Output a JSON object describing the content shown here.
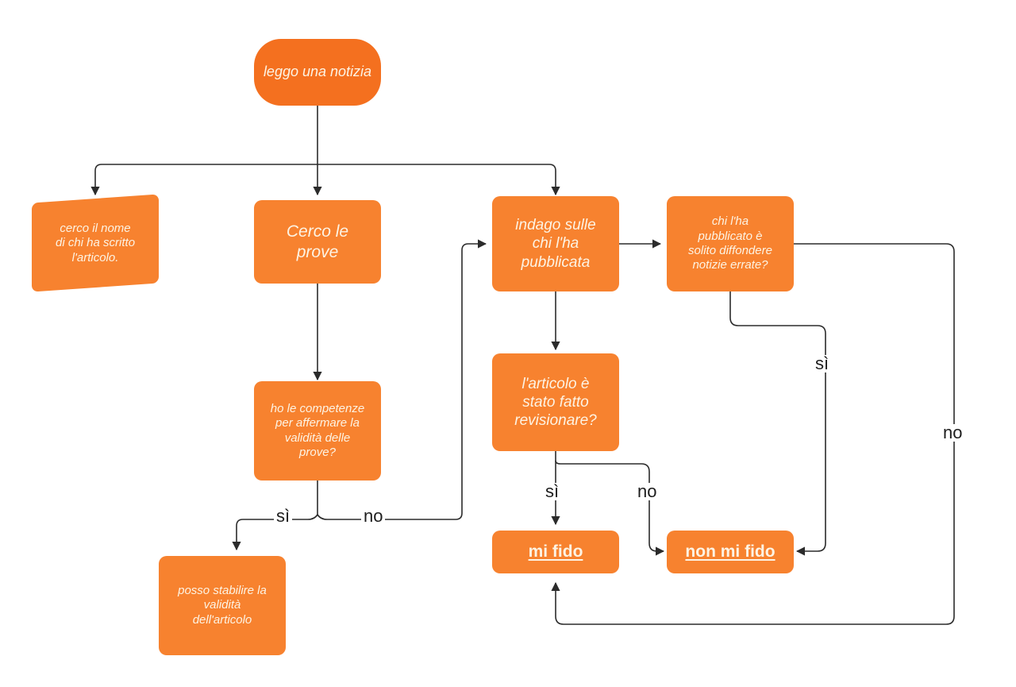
{
  "diagram": {
    "title": "Flowchart valutazione attendibilita notizia",
    "colors": {
      "node_fill": "#f7822f",
      "start_fill": "#f4701f",
      "node_text": "#fdf3e3",
      "edge_stroke": "#2b2b2b",
      "label_text": "#1d1d1d",
      "background": "#ffffff"
    },
    "nodes": [
      {
        "id": "start",
        "label": "leggo una notizia"
      },
      {
        "id": "autore",
        "label": "cerco il nome\ndi chi ha scritto\nl'articolo."
      },
      {
        "id": "prove",
        "label": "Cerco le\nprove"
      },
      {
        "id": "indago",
        "label": "indago sulle\nchi l'ha\npubblicata"
      },
      {
        "id": "editore",
        "label": "chi l'ha\npubblicato è\nsolito diffondere\nnotizie errate?"
      },
      {
        "id": "competenze",
        "label": "ho le competenze\nper affermare la\nvalidità delle\nprove?"
      },
      {
        "id": "revisione",
        "label": "l'articolo è\nstato fatto\nrevisionare?"
      },
      {
        "id": "mifido",
        "label": "mi fido"
      },
      {
        "id": "nonmifido",
        "label": "non mi fido"
      },
      {
        "id": "validita",
        "label": "posso stabilire la\nvalidità\ndell'articolo"
      }
    ],
    "edge_labels": [
      {
        "id": "competenze-si",
        "text": "sì"
      },
      {
        "id": "competenze-no",
        "text": "no"
      },
      {
        "id": "revisione-si",
        "text": "sì"
      },
      {
        "id": "revisione-no",
        "text": "no"
      },
      {
        "id": "editore-si",
        "text": "sì"
      },
      {
        "id": "editore-no",
        "text": "no"
      }
    ]
  }
}
